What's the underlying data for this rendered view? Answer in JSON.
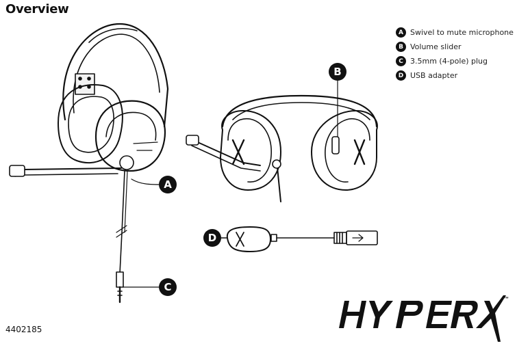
{
  "title": "Overview",
  "legend": [
    {
      "key": "A",
      "label": "Swivel to mute microphone"
    },
    {
      "key": "B",
      "label": "Volume slider"
    },
    {
      "key": "C",
      "label": "3.5mm (4-pole) plug"
    },
    {
      "key": "D",
      "label": "USB adapter"
    }
  ],
  "callouts": {
    "a": "A",
    "b": "B",
    "c": "C",
    "d": "D"
  },
  "part_number": "4402185",
  "brand": {
    "logo_text": "HYPERX",
    "trademark": "™"
  }
}
